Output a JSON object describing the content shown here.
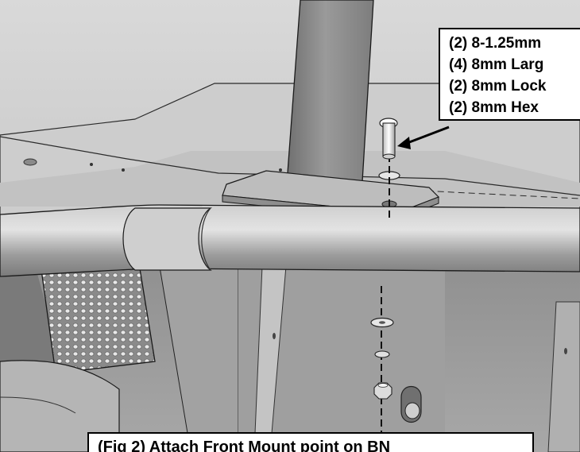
{
  "figure": {
    "callout_lines": [
      "(2) 8-1.25mm",
      "(4) 8mm Larg",
      "(2) 8mm Lock",
      "(2) 8mm Hex"
    ],
    "caption": "(Fig 2) Attach Front Mount point on BN"
  },
  "colors": {
    "background_panel": "#d4d4d4",
    "steel_light": "#c9c9c9",
    "steel_mid": "#a9a9a9",
    "steel_dark": "#6e6e6e",
    "outline": "#1a1a1a"
  }
}
